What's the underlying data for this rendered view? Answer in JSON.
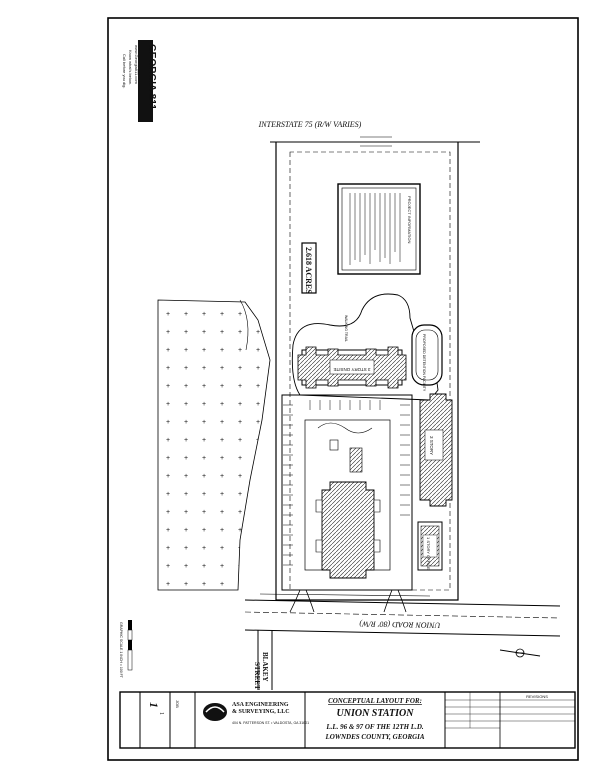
{
  "header": {
    "road_top": "INTERSTATE 75 (R/W VARIES)"
  },
  "georgia811": {
    "logo": "GEORGIA 811",
    "tag1": "www.Georgia811.com",
    "tag2": "Know what's below.",
    "tag3": "Call before you dig."
  },
  "site": {
    "acreage": "2.618 ACRES",
    "building_top": "3 STORY ONSITE",
    "building_right": "3 STORY",
    "office": "1 STORY OFFICE",
    "detention": "PROPOSED DETENTION FACILITY",
    "walking_trail": "WALKING TRAIL",
    "road_bottom": "UNION ROAD (80' R/W)",
    "street_left_1": "BLAKEY",
    "street_left_2": "STREET",
    "notes_title": "PROJECT INFORMATION"
  },
  "scale": {
    "label": "GRAPHIC SCALE 1 INCH = 100 FT"
  },
  "title_block": {
    "company_line1": "ASA ENGINEERING",
    "company_line2": "& SURVEYING, LLC",
    "company_addr": "404 N. PATTERSON ST. • VALDOSTA, GA 31601",
    "conceptual": "CONCEPTUAL LAYOUT FOR:",
    "project": "UNION STATION",
    "location1": "L.L. 96 & 97 OF THE 12TH L.D.",
    "location2": "LOWNDES COUNTY, GEORGIA",
    "revisions": "REVISIONS",
    "sheet": "1",
    "of": "1",
    "job_label": "JOB"
  }
}
